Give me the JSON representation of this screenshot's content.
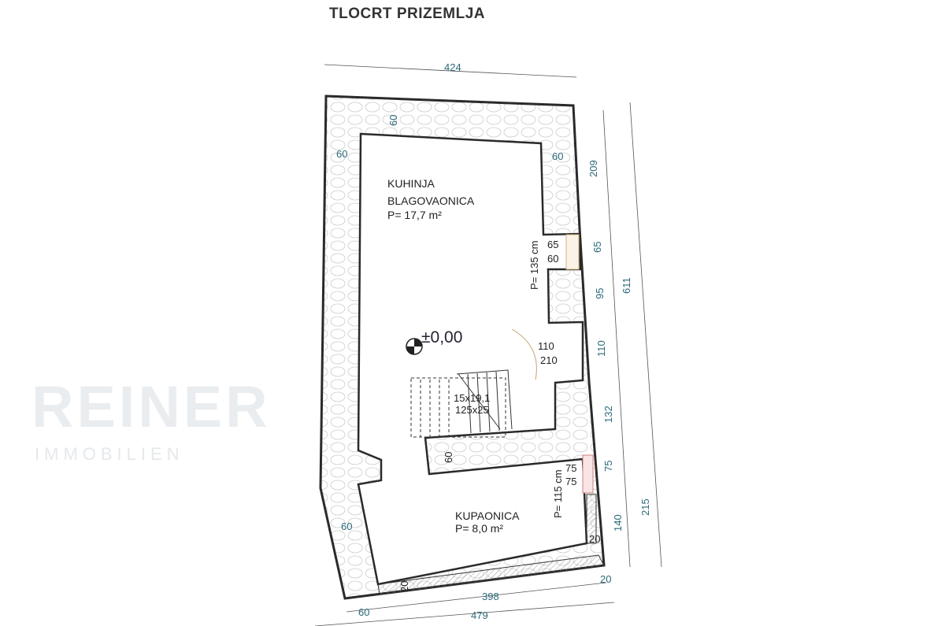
{
  "title": "TLOCRT PRIZEMLJA",
  "rooms": [
    {
      "name_line1": "KUHINJA",
      "name_line2": "BLAGOVAONICA",
      "area": "P= 17,7 m²"
    },
    {
      "name_line1": "KUPAONICA",
      "area": "P= 8,0 m²"
    }
  ],
  "level_mark": "±0,00",
  "stairs": {
    "line1": "15x19,1",
    "line2": "125x25"
  },
  "openings": {
    "window_kitchen": "P= 135 cm",
    "window_bath": "P= 115 cm",
    "w1_a": "65",
    "w1_b": "60",
    "door_a": "110",
    "door_b": "210",
    "w2_a": "75",
    "w2_b": "75"
  },
  "dimensions": {
    "top_total": "424",
    "top_wall": "60",
    "left_wall": "60",
    "right_inner": "60",
    "right_209": "209",
    "right_65": "65",
    "right_95": "95",
    "right_110": "110",
    "right_132": "132",
    "right_75": "75",
    "right_140": "140",
    "right_611": "611",
    "right_215": "215",
    "stair_wall": "60",
    "left_bottom_wall": "60",
    "bath_side": "20",
    "bath_bottom": "20",
    "corner_20": "20",
    "bottom_398": "398",
    "bottom_60": "60",
    "bottom_479": "479"
  },
  "watermark": {
    "brand": "REINER",
    "sub": "IMMOBILIEN"
  },
  "colors": {
    "wall": "#2a2a2a",
    "dimension": "#2c6a7a",
    "door_arc": "#c9a070",
    "window": "#d08080"
  }
}
